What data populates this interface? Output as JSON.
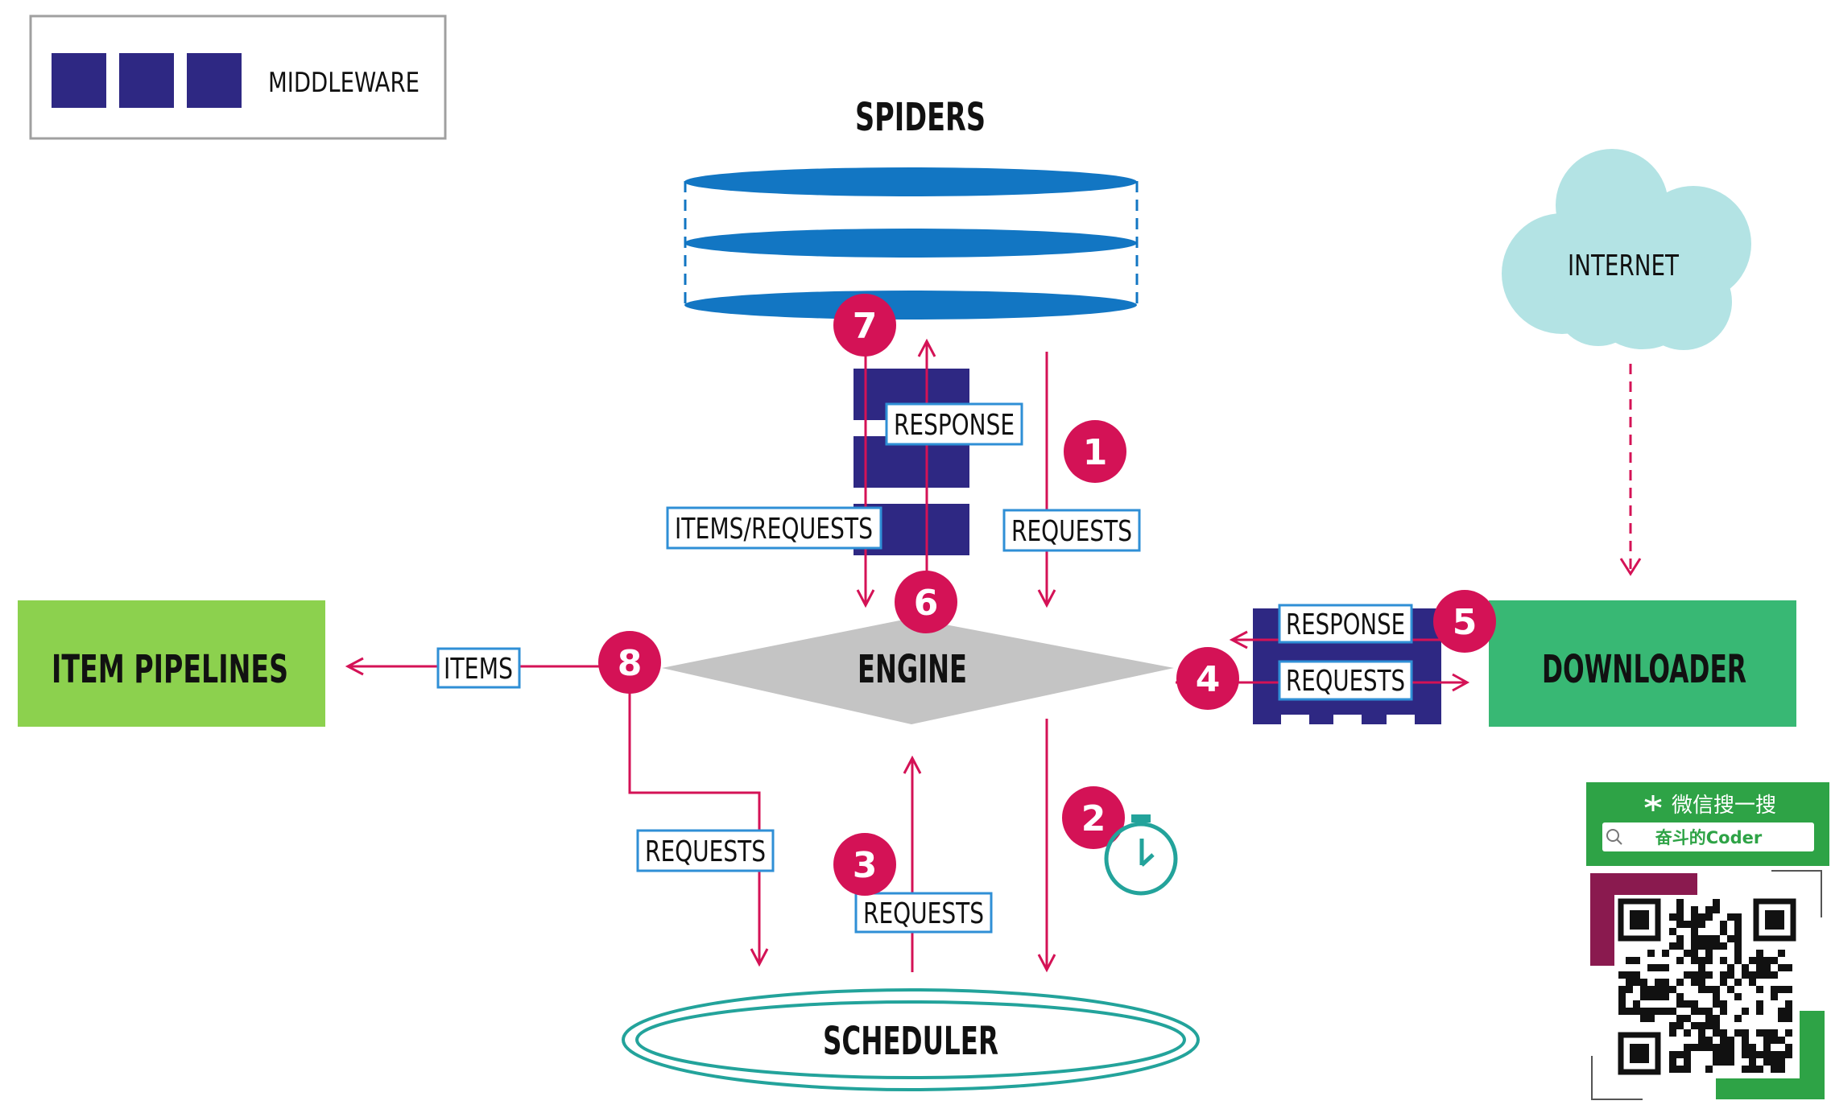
{
  "legend": {
    "label": "MIDDLEWARE"
  },
  "components": {
    "spiders": "SPIDERS",
    "engine": "ENGINE",
    "scheduler": "SCHEDULER",
    "downloader": "DOWNLOADER",
    "item_pipelines": "ITEM PIPELINES",
    "internet": "INTERNET"
  },
  "flow_labels": {
    "spider_response": "RESPONSE",
    "items_requests": "ITEMS/REQUESTS",
    "spider_requests": "REQUESTS",
    "downloader_response": "RESPONSE",
    "downloader_requests": "REQUESTS",
    "items": "ITEMS",
    "scheduler_in_requests": "REQUESTS",
    "scheduler_out_requests": "REQUESTS"
  },
  "steps": [
    "1",
    "2",
    "3",
    "4",
    "5",
    "6",
    "7",
    "8"
  ],
  "wechat": {
    "title": "微信搜一搜",
    "search_value": "奋斗的Coder"
  },
  "colors": {
    "middleware": "#2e2883",
    "arrow": "#d41256",
    "step_badge": "#d41256",
    "spiders": "#1276c3",
    "engine": "#c4c4c4",
    "scheduler": "#23a39b",
    "downloader": "#38b874",
    "item_pipelines": "#8cd14e",
    "internet": "#b3e3e4",
    "label_border": "#2f8fd6",
    "wechat_green": "#2ea346"
  },
  "icons": [
    "timer-icon",
    "search-icon",
    "wechat-search-icon",
    "qr-code"
  ]
}
